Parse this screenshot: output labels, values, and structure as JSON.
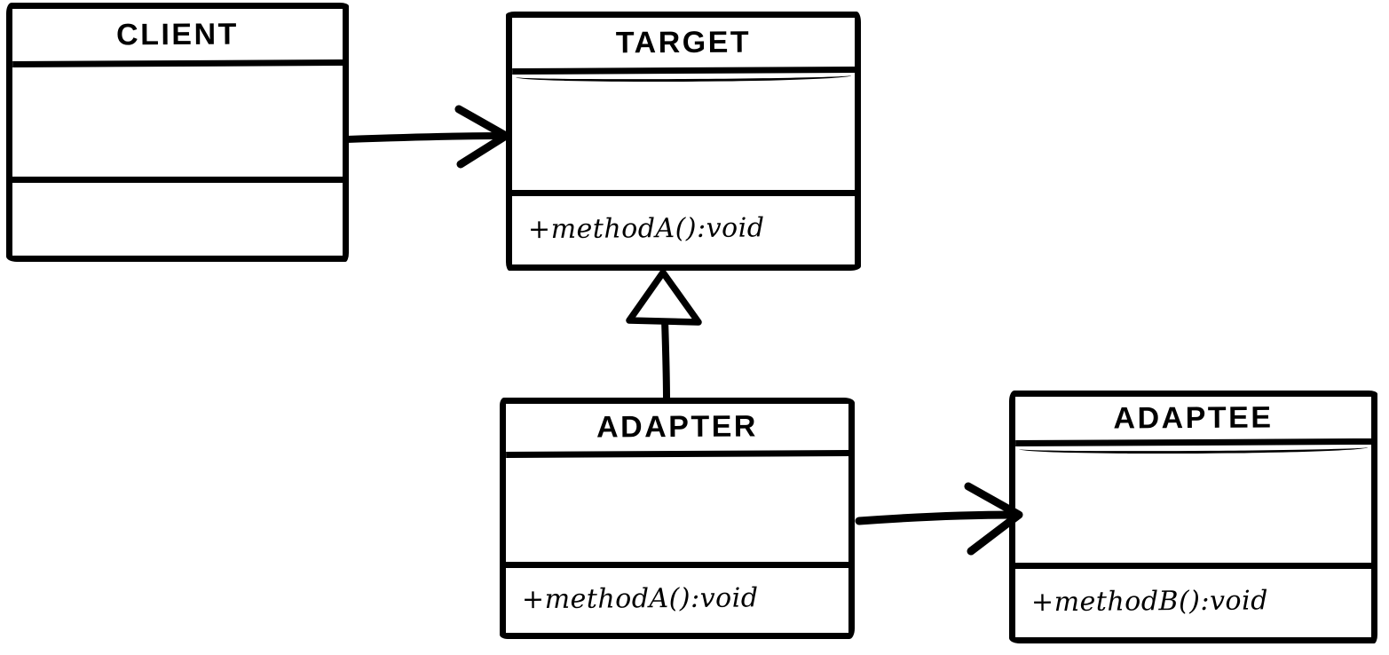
{
  "diagram_type": "uml-class-diagram",
  "pattern": "Adapter",
  "canvas": {
    "background": "#ffffff",
    "stroke": "#000000",
    "style": "hand-drawn"
  },
  "classes": {
    "client": {
      "name": "CLIENT",
      "attributes": "",
      "methods": ""
    },
    "target": {
      "name": "TARGET",
      "attributes": "",
      "methods": "+methodA():void"
    },
    "adapter": {
      "name": "ADAPTER",
      "attributes": "",
      "methods": "+methodA():void"
    },
    "adaptee": {
      "name": "ADAPTEE",
      "attributes": "",
      "methods": "+methodB():void"
    }
  },
  "relations": [
    {
      "from": "CLIENT",
      "to": "TARGET",
      "type": "association",
      "arrowhead": "open",
      "direction": "left-to-right"
    },
    {
      "from": "ADAPTER",
      "to": "TARGET",
      "type": "generalization",
      "arrowhead": "hollow-triangle",
      "direction": "bottom-to-top"
    },
    {
      "from": "ADAPTER",
      "to": "ADAPTEE",
      "type": "association",
      "arrowhead": "open",
      "direction": "left-to-right"
    }
  ]
}
